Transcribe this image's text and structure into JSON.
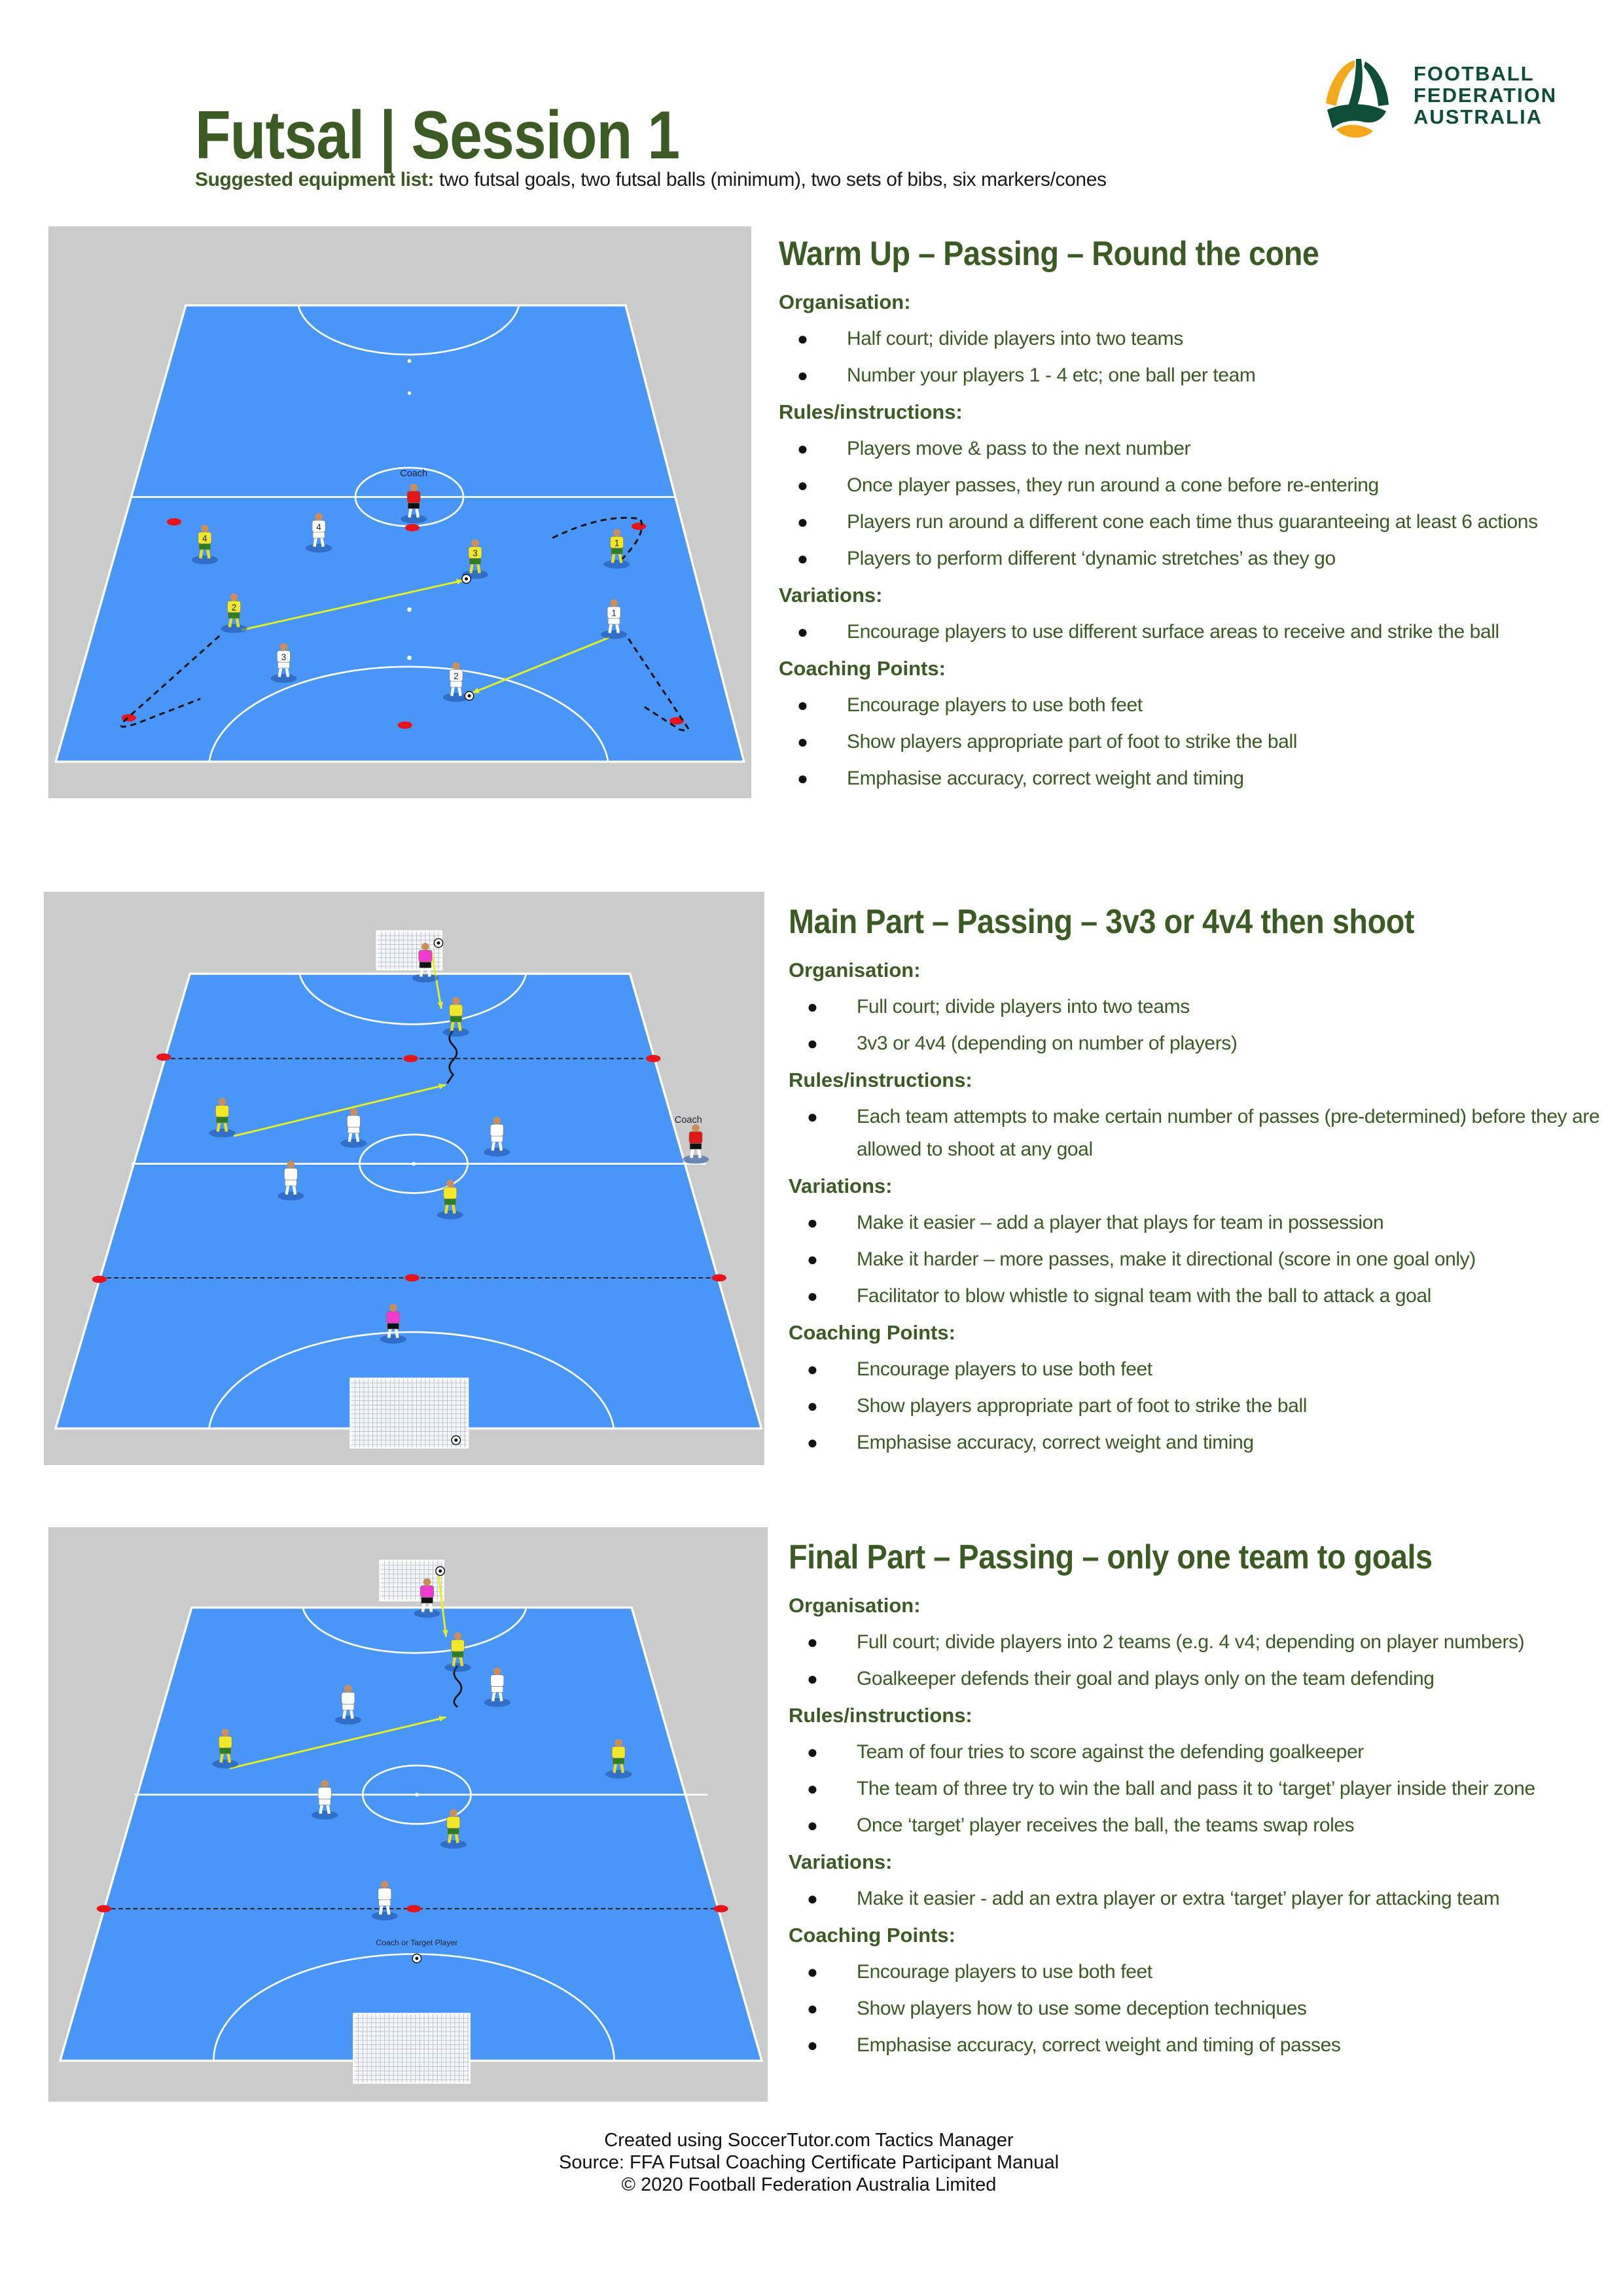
{
  "header": {
    "title": "Futsal | Session 1",
    "equipment_label": "Suggested equipment list:",
    "equipment_text": " two futsal goals, two futsal balls (minimum), two sets of bibs, six markers/cones"
  },
  "logo": {
    "line1": "FOOTBALL",
    "line2": "FEDERATION",
    "line3": "AUSTRALIA",
    "colors": {
      "green": "#0e4d38",
      "gold": "#f5a81c"
    }
  },
  "colors": {
    "heading_green": "#3c5a24",
    "court_blue": "#4a96f8",
    "diagram_bg": "#cbcbcb",
    "team_yellow": "#f2e82a",
    "team_white": "#ffffff",
    "cone_red": "#e8141c"
  },
  "sections": [
    {
      "title": "Warm Up – Passing – Round the cone",
      "diagram": {
        "coach_label": "Coach",
        "yellow_numbers": [
          "4",
          "3",
          "1",
          "2"
        ],
        "white_numbers": [
          "4",
          "1",
          "3",
          "2"
        ]
      },
      "groups": [
        {
          "heading": "Organisation:",
          "items": [
            "Half court; divide players into two teams",
            "Number your players 1 - 4 etc; one ball per team"
          ]
        },
        {
          "heading": "Rules/instructions:",
          "items": [
            "Players move & pass to the next number",
            "Once player passes, they run around a cone before re-entering",
            "Players run around a different cone each time thus guaranteeing at least 6 actions",
            "Players to perform different ‘dynamic stretches’ as they go"
          ]
        },
        {
          "heading": "Variations:",
          "items": [
            "Encourage players to use different surface areas to receive and strike the ball"
          ]
        },
        {
          "heading": "Coaching Points:",
          "items": [
            "Encourage players to use both feet",
            "Show players appropriate part of foot to strike the ball",
            "Emphasise accuracy, correct weight and timing"
          ]
        }
      ]
    },
    {
      "title": "Main Part – Passing – 3v3 or 4v4 then shoot",
      "diagram": {
        "coach_label": "Coach"
      },
      "groups": [
        {
          "heading": "Organisation:",
          "items": [
            "Full court; divide players into two teams",
            "3v3 or 4v4 (depending on number of players)"
          ]
        },
        {
          "heading": "Rules/instructions:",
          "items": [
            "Each team attempts to make certain number of passes (pre-determined) before they are allowed to shoot at any goal"
          ]
        },
        {
          "heading": "Variations:",
          "items": [
            "Make it easier – add a player that plays for team in possession",
            "Make it harder – more passes, make it directional (score in one goal only)",
            "Facilitator to blow whistle to signal team with the ball to attack a goal"
          ]
        },
        {
          "heading": "Coaching Points:",
          "items": [
            "Encourage players to use both feet",
            "Show players appropriate part of foot to strike the ball",
            "Emphasise accuracy, correct weight and timing"
          ]
        }
      ]
    },
    {
      "title": "Final Part – Passing – only one team to goals",
      "diagram": {
        "coach_label": "Coach or Target Player"
      },
      "groups": [
        {
          "heading": "Organisation:",
          "items": [
            "Full court; divide players into 2 teams (e.g. 4 v4; depending on player numbers)",
            "Goalkeeper defends their goal and plays only on the team defending"
          ]
        },
        {
          "heading": "Rules/instructions:",
          "items": [
            "Team of four tries to score against the defending goalkeeper",
            "The team of three try to win the ball and pass it to ‘target’ player inside their zone",
            "Once ‘target’ player receives the ball, the teams swap roles"
          ]
        },
        {
          "heading": "Variations:",
          "items": [
            "Make it easier - add an extra player or extra ‘target’ player for attacking team"
          ]
        },
        {
          "heading": "Coaching Points:",
          "items": [
            "Encourage players to use both feet",
            "Show players how to use some deception techniques",
            "Emphasise accuracy, correct weight and timing of passes"
          ]
        }
      ]
    }
  ],
  "footer": {
    "line1": "Created using SoccerTutor.com Tactics Manager",
    "line2": "Source: FFA Futsal Coaching Certificate Participant Manual",
    "line3": "© 2020 Football Federation Australia Limited"
  }
}
